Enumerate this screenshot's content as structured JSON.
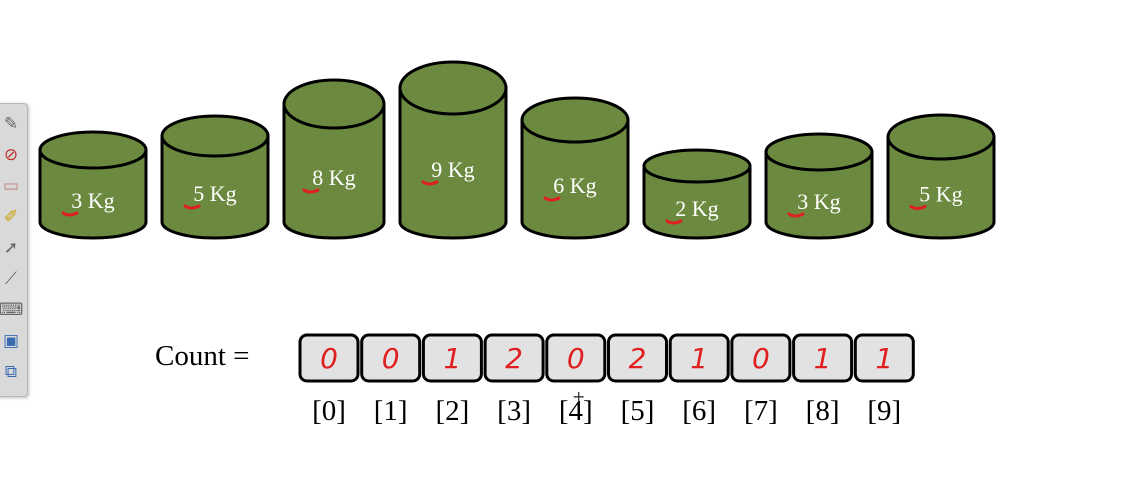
{
  "containers": [
    {
      "label": "3 Kg",
      "value": 3
    },
    {
      "label": "5 Kg",
      "value": 5
    },
    {
      "label": "8 Kg",
      "value": 8
    },
    {
      "label": "9 Kg",
      "value": 9
    },
    {
      "label": "6 Kg",
      "value": 6
    },
    {
      "label": "2 Kg",
      "value": 2
    },
    {
      "label": "3 Kg",
      "value": 3
    },
    {
      "label": "5 Kg",
      "value": 5
    }
  ],
  "count": {
    "label": "Count =",
    "values": [
      "0",
      "0",
      "1",
      "2",
      "0",
      "2",
      "1",
      "0",
      "1",
      "1"
    ],
    "indices": [
      "[0]",
      "[1]",
      "[2]",
      "[3]",
      "[4]",
      "[5]",
      "[6]",
      "[7]",
      "[8]",
      "[9]"
    ]
  },
  "toolbar": {
    "tools": [
      "pencil-icon",
      "eraser-pen-icon",
      "eraser-icon",
      "highlighter-icon",
      "pointer-icon",
      "laser-pen-icon",
      "keyboard-icon",
      "screen-icon",
      "desktop-share-icon"
    ]
  },
  "colors": {
    "container_fill": "#6b8a40",
    "container_stroke": "#000000",
    "annotation_red": "#e02020",
    "count_cell_fill": "#e2e2e2"
  }
}
